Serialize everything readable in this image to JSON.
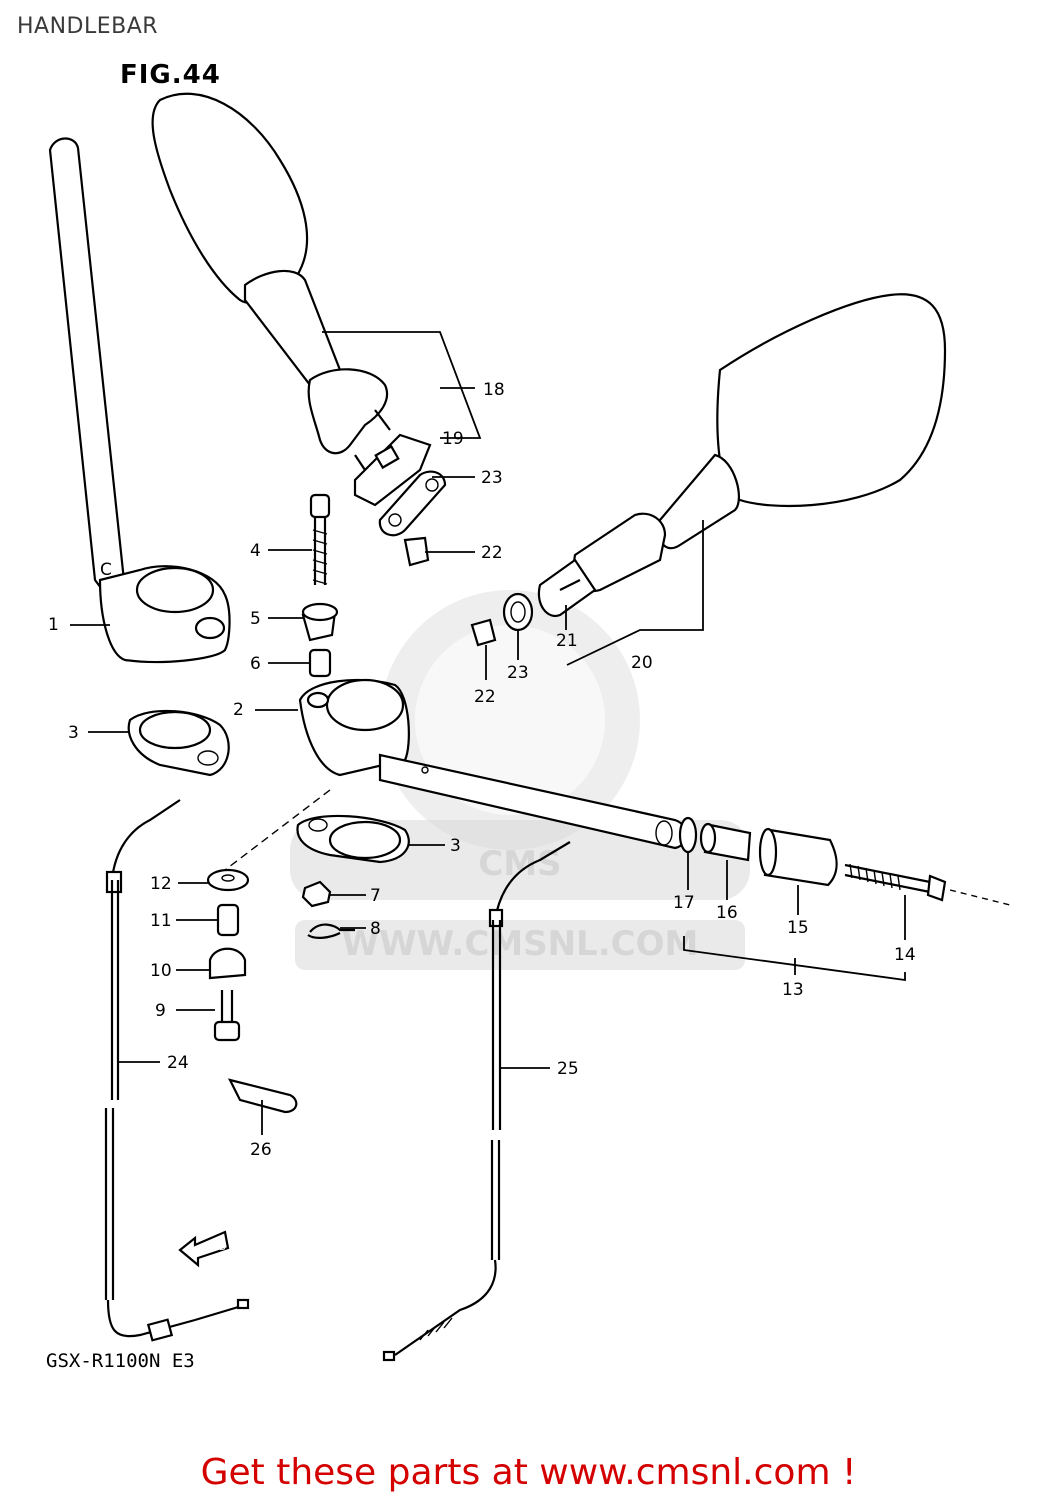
{
  "page": {
    "title": "HANDLEBAR",
    "figure_label": "FIG.44",
    "model_label": "GSX-R1100N E3",
    "call_to_action": "Get these parts at www.cmsnl.com !"
  },
  "watermark": {
    "logo_text": "CMS",
    "url_text": "WWW.CMSNL.COM"
  },
  "diagram": {
    "fwd_marker": "FWD",
    "grip_letter": "C",
    "callouts": [
      "1",
      "2",
      "3",
      "3",
      "4",
      "5",
      "6",
      "7",
      "8",
      "9",
      "10",
      "11",
      "12",
      "13",
      "14",
      "15",
      "16",
      "17",
      "18",
      "19",
      "20",
      "21",
      "22",
      "22",
      "23",
      "23",
      "24",
      "25",
      "26"
    ]
  }
}
